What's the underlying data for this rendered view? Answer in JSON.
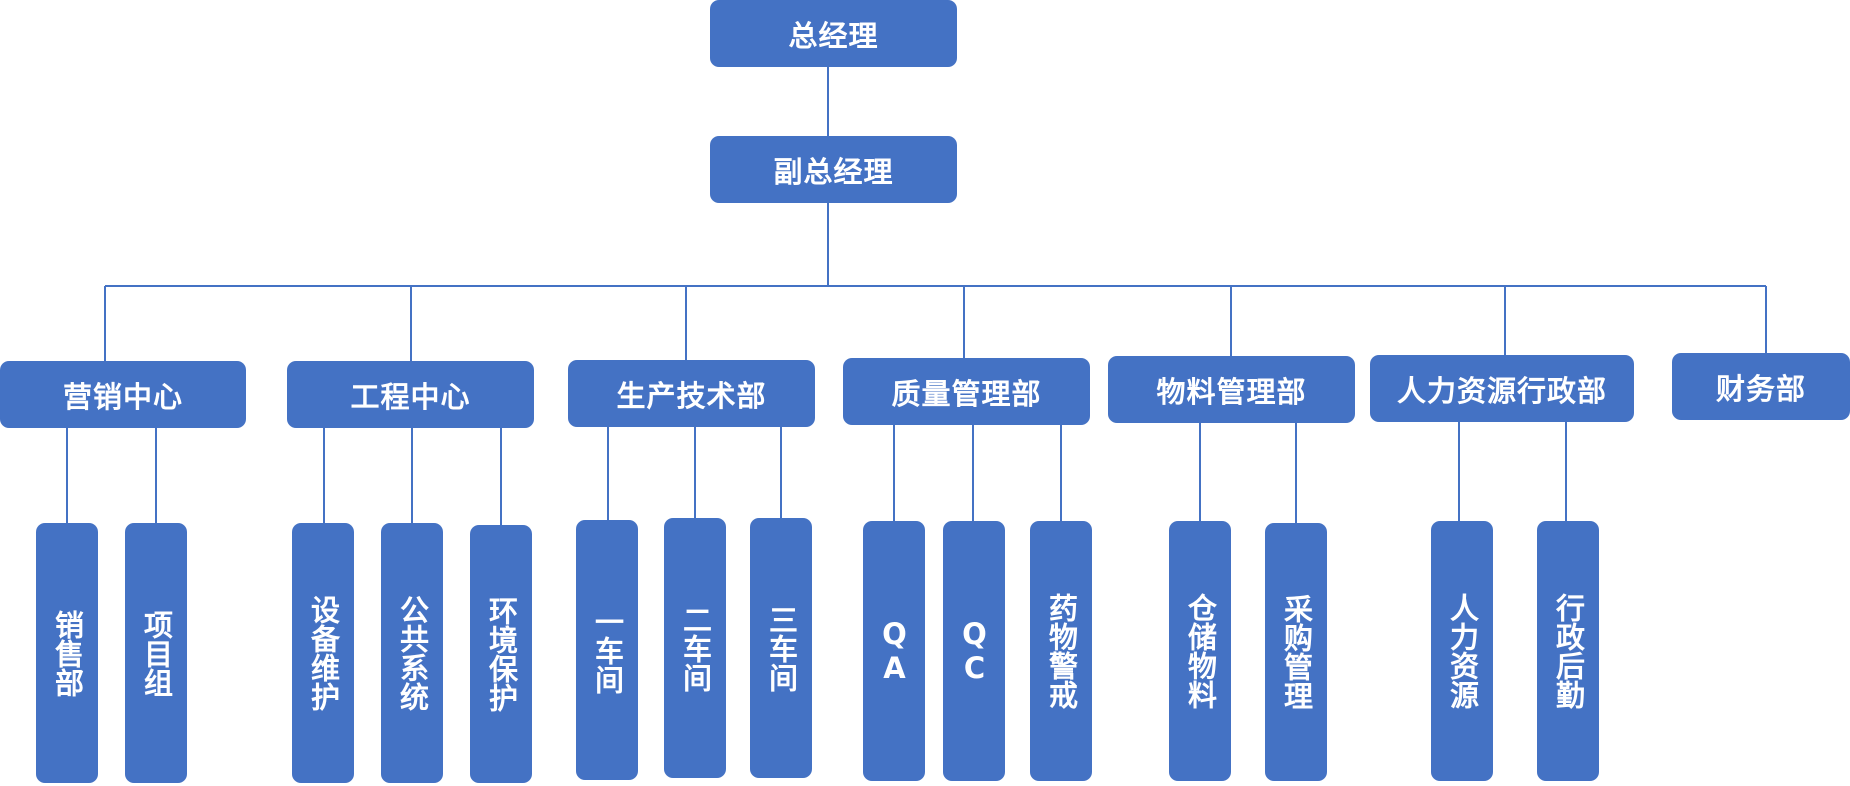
{
  "general_manager": "总经理",
  "deputy_general_manager": "副总经理",
  "departments": [
    {
      "id": "sales-center",
      "label": "营销中心",
      "subunits": [
        "销售部",
        "项目组"
      ]
    },
    {
      "id": "engineering-center",
      "label": "工程中心",
      "subunits": [
        "设备维护",
        "公共系统",
        "环境保护"
      ]
    },
    {
      "id": "production-tech",
      "label": "生产技术部",
      "subunits": [
        "一车间",
        "二车间",
        "三车间"
      ]
    },
    {
      "id": "quality-management",
      "label": "质量管理部",
      "subunits": [
        "QA",
        "QC",
        "药物警戒"
      ]
    },
    {
      "id": "materials-management",
      "label": "物料管理部",
      "subunits": [
        "仓储物料",
        "采购管理"
      ]
    },
    {
      "id": "hr-admin",
      "label": "人力资源行政部",
      "subunits": [
        "人力资源",
        "行政后勤"
      ]
    },
    {
      "id": "finance",
      "label": "财务部",
      "subunits": []
    }
  ]
}
